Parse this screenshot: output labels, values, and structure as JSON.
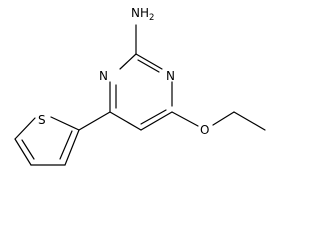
{
  "molecule": {
    "atoms": {
      "amine_n": "N",
      "amine_h": "H",
      "amine_h_count": "2",
      "ring_n_left": "N",
      "ring_n_right": "N",
      "ether_o": "O",
      "thiophene_s": "S"
    }
  }
}
